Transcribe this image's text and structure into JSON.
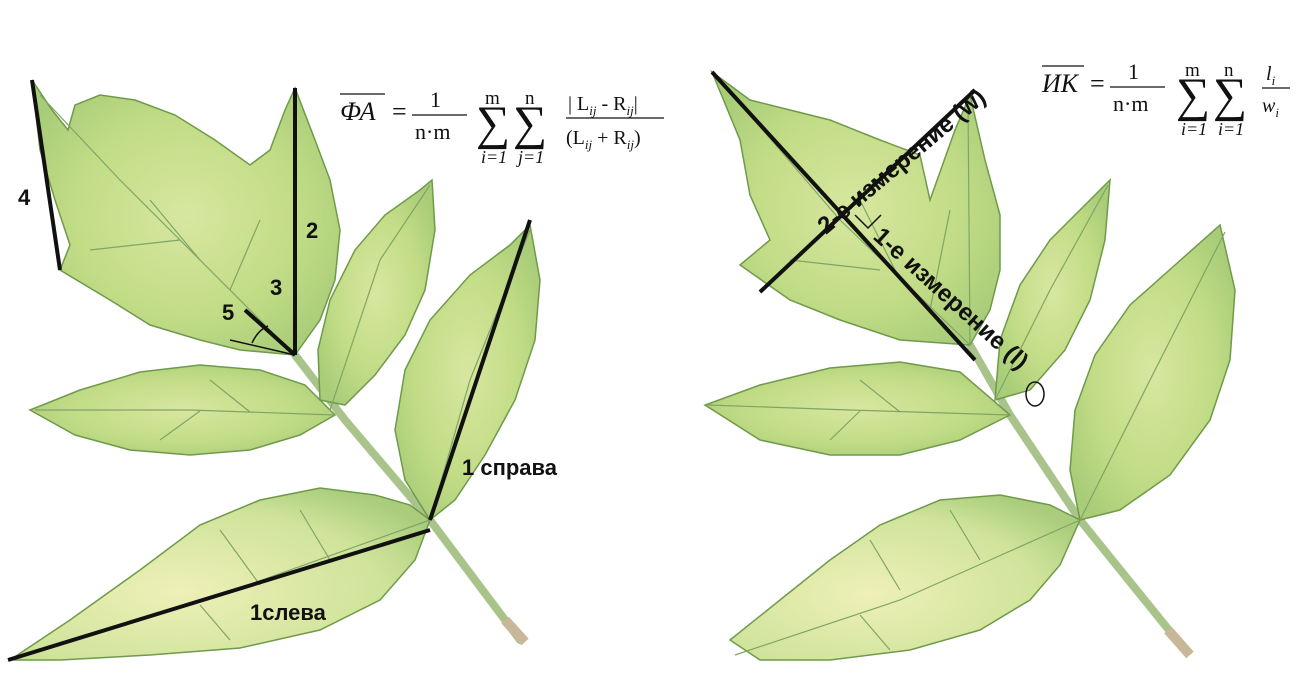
{
  "left_panel": {
    "labels": {
      "m1": "1",
      "m2": "2",
      "m3": "3",
      "m4": "4",
      "m5": "5",
      "right": "1 справа",
      "left": "1слева"
    },
    "formula": {
      "lhs": "ФА",
      "eq": "=",
      "num": "1",
      "den": "n·m",
      "sum1_top": "m",
      "sum1_bottom": "i=1",
      "sum2_top": "n",
      "sum2_bottom": "j=1",
      "frac_top": "| L",
      "frac_top_sub": "ij",
      "frac_top_mid": " - R",
      "frac_top_sub2": "ij",
      "frac_top_end": "|",
      "frac_bot": "(L",
      "frac_bot_sub": "ij",
      "frac_bot_mid": " + R",
      "frac_bot_sub2": "ij",
      "frac_bot_end": ")"
    }
  },
  "right_panel": {
    "labels": {
      "w_text": "2-е измерение (w)",
      "l_text": "1-е измерение (l)"
    },
    "formula": {
      "lhs": "ИК",
      "eq": "=",
      "num": "1",
      "den": "n·m",
      "sum1_top": "m",
      "sum1_bottom": "i=1",
      "sum2_top": "n",
      "sum2_bottom": "i=1",
      "frac_top": "l",
      "frac_top_sub": "i",
      "frac_bot": "w",
      "frac_bot_sub": "i"
    }
  },
  "colors": {
    "leaf_fill": "#c9e08a",
    "leaf_light": "#e6edb0",
    "leaf_edge": "#6f9a4a",
    "vein": "#7a9f62",
    "stem": "#9fbf80",
    "line": "#111111"
  }
}
